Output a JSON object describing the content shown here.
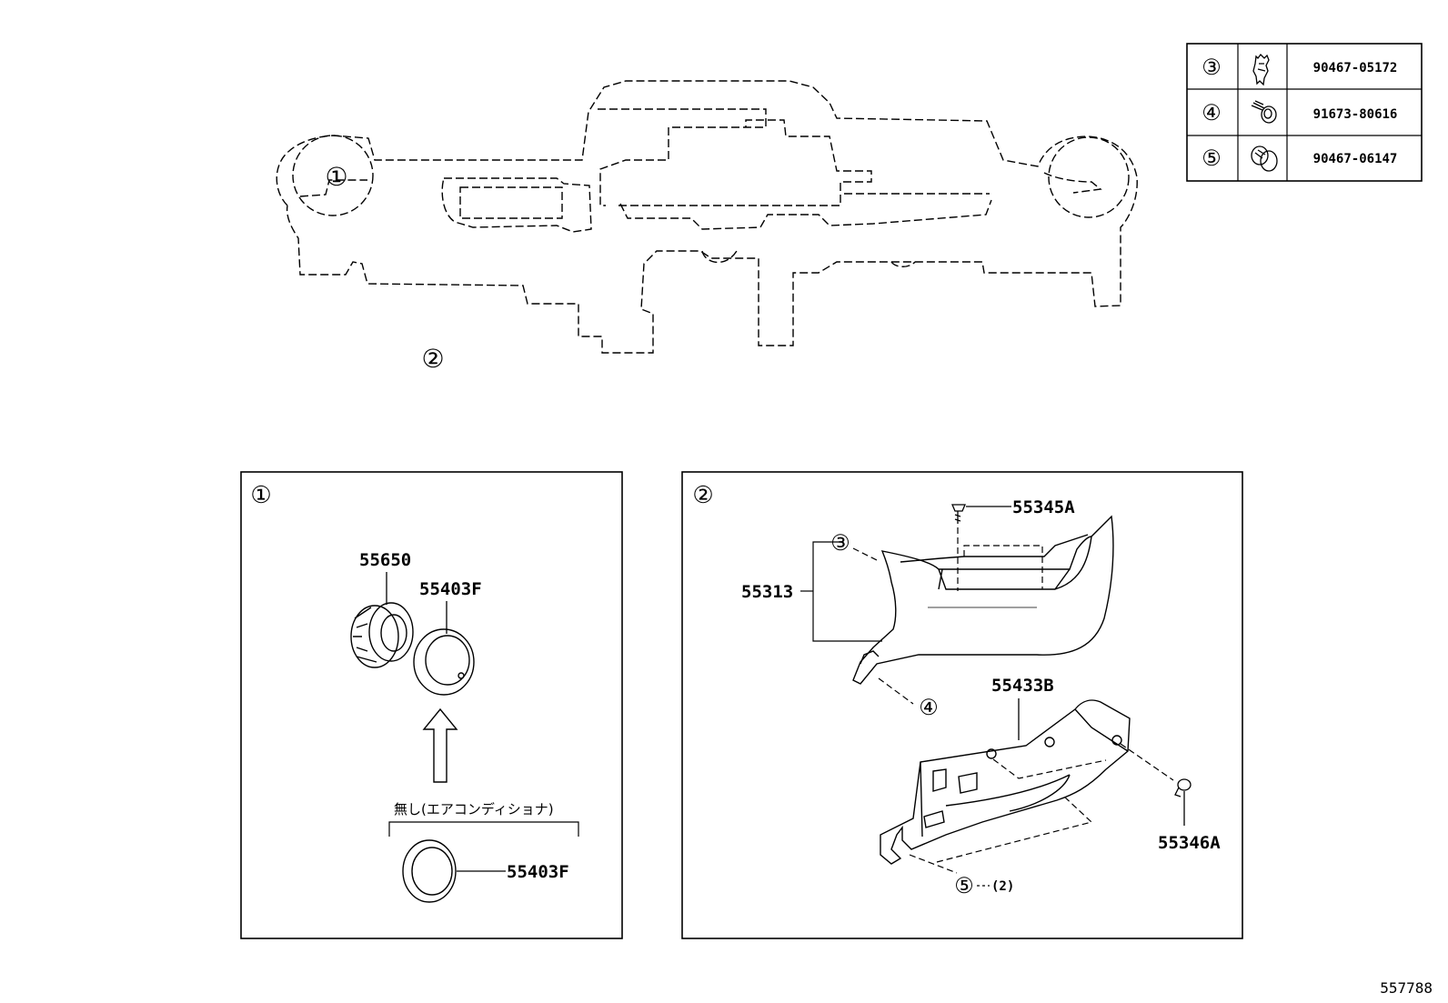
{
  "key_table": {
    "rows": [
      {
        "circled": "③",
        "part_no": "90467-05172",
        "icon": "clip-icon"
      },
      {
        "circled": "④",
        "part_no": "91673-80616",
        "icon": "screw-icon"
      },
      {
        "circled": "⑤",
        "part_no": "90467-06147",
        "icon": "push-rivet-icon"
      }
    ]
  },
  "overview": {
    "callout_1": "①",
    "callout_2": "②"
  },
  "detail_1": {
    "marker": "①",
    "part_55650": "55650",
    "part_55403F_top": "55403F",
    "without_ac_label": "無し(エアコンディショナ)",
    "part_55403F_bottom": "55403F"
  },
  "detail_2": {
    "marker": "②",
    "part_55345A": "55345A",
    "part_55313": "55313",
    "callout_3": "③",
    "callout_4": "④",
    "part_55433B": "55433B",
    "part_55346A": "55346A",
    "callout_5": "⑤",
    "qty_5": "(2)"
  },
  "diagram_id": "557788"
}
